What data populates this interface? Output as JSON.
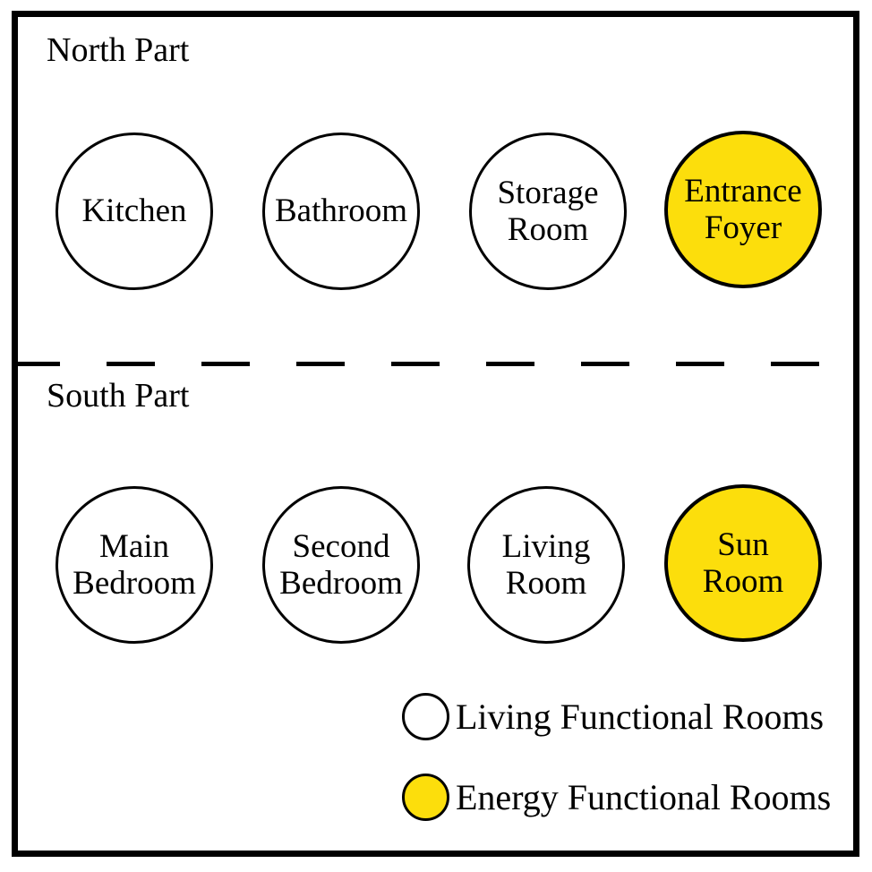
{
  "sections": {
    "north": {
      "label": "North Part"
    },
    "south": {
      "label": "South Part"
    }
  },
  "north_rooms": [
    {
      "id": "kitchen",
      "type": "living",
      "lines": [
        "Kitchen"
      ]
    },
    {
      "id": "bathroom",
      "type": "living",
      "lines": [
        "Bathroom"
      ]
    },
    {
      "id": "storage-room",
      "type": "living",
      "lines": [
        "Storage",
        "Room"
      ]
    },
    {
      "id": "entrance-foyer",
      "type": "energy",
      "lines": [
        "Entrance",
        "Foyer"
      ]
    }
  ],
  "south_rooms": [
    {
      "id": "main-bedroom",
      "type": "living",
      "lines": [
        "Main",
        "Bedroom"
      ]
    },
    {
      "id": "second-bedroom",
      "type": "living",
      "lines": [
        "Second",
        "Bedroom"
      ]
    },
    {
      "id": "living-room",
      "type": "living",
      "lines": [
        "Living",
        "Room"
      ]
    },
    {
      "id": "sun-room",
      "type": "energy",
      "lines": [
        "Sun",
        "Room"
      ]
    }
  ],
  "legend": {
    "items": [
      {
        "type": "living",
        "label": "Living Functional Rooms"
      },
      {
        "type": "energy",
        "label": "Energy Functional Rooms"
      }
    ]
  },
  "colors": {
    "energy_fill": "#FCDE0C",
    "living_fill": "#FFFFFF",
    "line": "#000000"
  }
}
